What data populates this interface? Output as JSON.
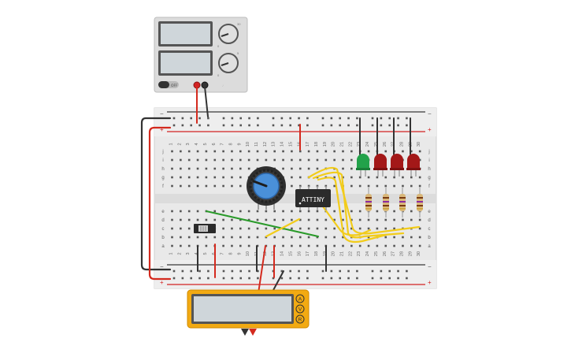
{
  "colors": {
    "board": "#e9e9e9",
    "rail_red": "#d32222",
    "rail_black": "#3a3a3a",
    "wire_yellow": "#f2cc1a",
    "wire_green": "#2a9a2a",
    "wire_red": "#d42a1e",
    "wire_black": "#333333",
    "multimeter": "#f2aa12",
    "chip": "#2b2b2b",
    "pot_blue": "#4a90d9",
    "led_green": "#22a24a",
    "led_red": "#a31818"
  },
  "power_supply": {
    "switch_label": "OFF",
    "knob1_min": "0",
    "knob1_max": "30",
    "knob1_unit": "V",
    "knob2_min": "0",
    "knob2_max": "5",
    "knob2_unit": "A"
  },
  "breadboard": {
    "rail_minus": "−",
    "rail_plus": "+",
    "row_letters_top": [
      "j",
      "i",
      "h",
      "g",
      "f"
    ],
    "row_letters_bottom": [
      "e",
      "d",
      "c",
      "b",
      "a"
    ],
    "column_numbers": [
      "1",
      "2",
      "3",
      "4",
      "5",
      "6",
      "7",
      "8",
      "9",
      "10",
      "11",
      "12",
      "13",
      "14",
      "15",
      "16",
      "17",
      "18",
      "19",
      "20",
      "21",
      "22",
      "23",
      "24",
      "25",
      "26",
      "27",
      "28",
      "29",
      "30"
    ]
  },
  "chip": {
    "label": "ATTINY"
  },
  "multimeter": {
    "display_value": "",
    "modes": [
      "A",
      "V",
      "R"
    ]
  },
  "icons": {
    "power_supply": "power-supply-icon",
    "potentiometer": "potentiometer-icon",
    "slide_switch": "slide-switch-icon",
    "led": "led-icon",
    "resistor": "resistor-icon"
  }
}
